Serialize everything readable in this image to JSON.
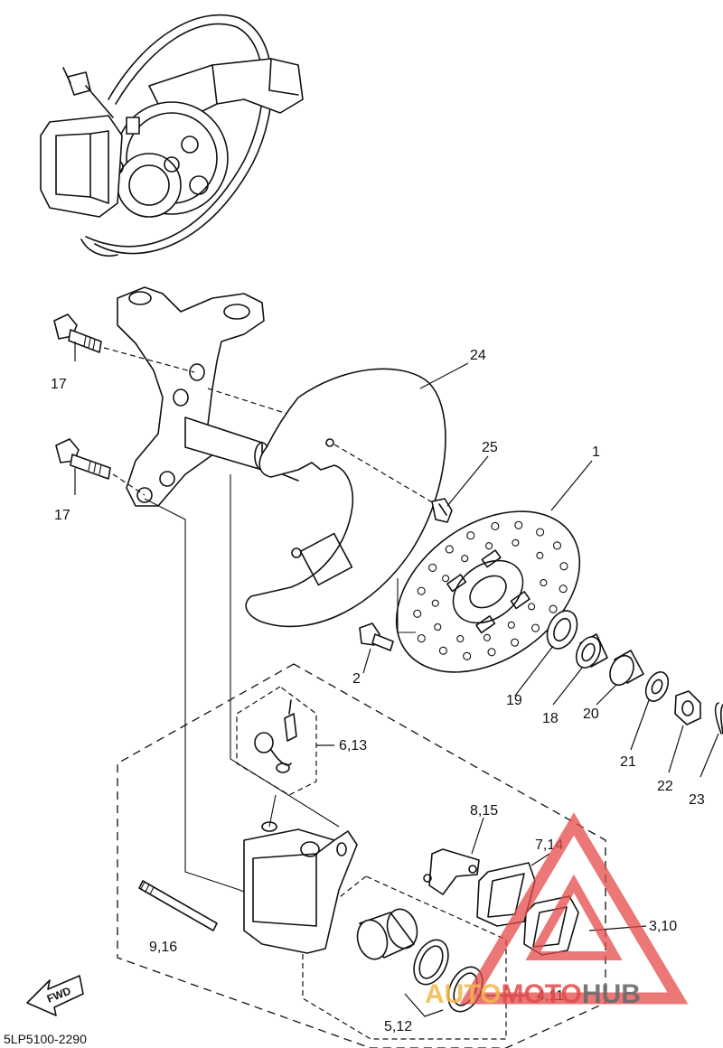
{
  "diagram_code": "5LP5100-2290",
  "fwd_label": "FWD",
  "callouts": {
    "c1": "1",
    "c2": "2",
    "c3_10": "3,10",
    "c4_11": "4,11",
    "c5_12": "5,12",
    "c6_13": "6,13",
    "c7_14": "7,14",
    "c8_15": "8,15",
    "c9_16": "9,16",
    "c17a": "17",
    "c17b": "17",
    "c18": "18",
    "c19": "19",
    "c20": "20",
    "c21": "21",
    "c22": "22",
    "c23": "23",
    "c24": "24",
    "c25": "25"
  },
  "watermark": {
    "part_a": "AUTO",
    "part_b": "MOTO",
    "part_c": "HUB",
    "colors": {
      "auto": "#f2b64a",
      "moto": "#e44a4a",
      "hub": "#6a6a6a"
    }
  }
}
